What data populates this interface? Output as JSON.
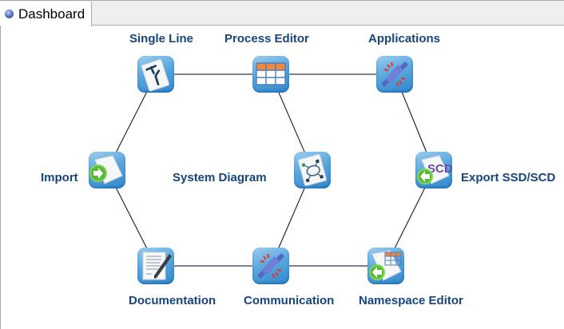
{
  "tab": {
    "label": "Dashboard",
    "icon": "dashboard-globe-icon"
  },
  "nodes": [
    {
      "id": "single-line",
      "label": "Single Line",
      "icon": "single-line-icon"
    },
    {
      "id": "process-editor",
      "label": "Process Editor",
      "icon": "table-grid-icon"
    },
    {
      "id": "applications",
      "label": "Applications",
      "icon": "plug-disconnect-icon"
    },
    {
      "id": "import",
      "label": "Import",
      "icon": "import-document-icon"
    },
    {
      "id": "system-diagram",
      "label": "System Diagram",
      "icon": "diagram-document-icon"
    },
    {
      "id": "export-ssd-scd",
      "label": "Export SSD/SCD",
      "icon": "export-scd-icon",
      "icon_text": "SCD"
    },
    {
      "id": "documentation",
      "label": "Documentation",
      "icon": "document-pen-icon"
    },
    {
      "id": "communication",
      "label": "Communication",
      "icon": "plug-disconnect-icon"
    },
    {
      "id": "namespace-editor",
      "label": "Namespace Editor",
      "icon": "namespace-table-icon"
    }
  ],
  "links": [
    [
      "single-line",
      "process-editor"
    ],
    [
      "process-editor",
      "applications"
    ],
    [
      "single-line",
      "import"
    ],
    [
      "import",
      "documentation"
    ],
    [
      "process-editor",
      "system-diagram"
    ],
    [
      "system-diagram",
      "communication"
    ],
    [
      "applications",
      "export-ssd-scd"
    ],
    [
      "export-ssd-scd",
      "namespace-editor"
    ],
    [
      "documentation",
      "communication"
    ],
    [
      "communication",
      "namespace-editor"
    ]
  ],
  "colors": {
    "label": "#17457f",
    "link": "#000033",
    "icon_bg": "#5aa7de"
  }
}
